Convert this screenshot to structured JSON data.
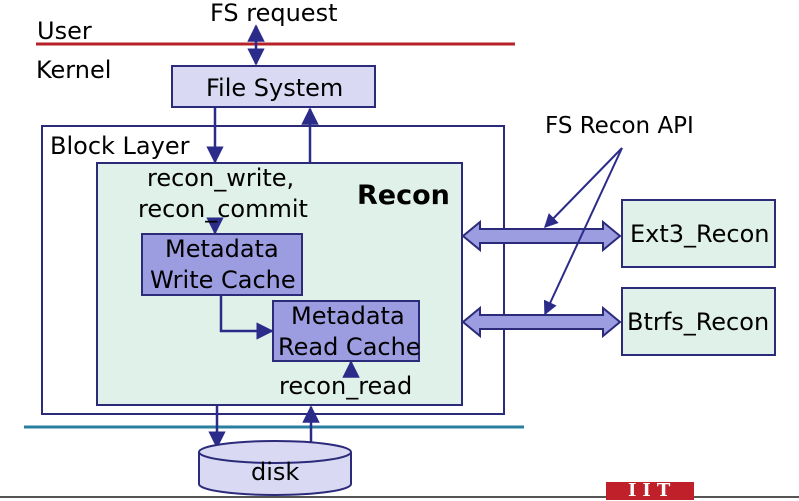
{
  "labels": {
    "user": "User",
    "kernel": "Kernel",
    "fs_request": "FS request",
    "file_system": "File System",
    "block_layer": "Block Layer",
    "recon_write_line1": "recon_write,",
    "recon_write_line2": "recon_commit",
    "recon": "Recon",
    "metadata_write_line1": "Metadata",
    "metadata_write_line2": "Write Cache",
    "metadata_read_line1": "Metadata",
    "metadata_read_line2": "Read Cache",
    "recon_read": "recon_read",
    "disk": "disk",
    "fs_recon_api": "FS Recon API",
    "ext3_recon": "Ext3_Recon",
    "btrfs_recon": "Btrfs_Recon",
    "logo": "IIT"
  },
  "colors": {
    "user_kernel_line": "#b8202a",
    "disk_line": "#2a7fa0",
    "box_fill_light": "#d9d9f3",
    "recon_fill": "#dff1e8",
    "cache_fill": "#9c9ce0",
    "arrow": "#2b2b8a",
    "border": "#2b2b7a"
  }
}
